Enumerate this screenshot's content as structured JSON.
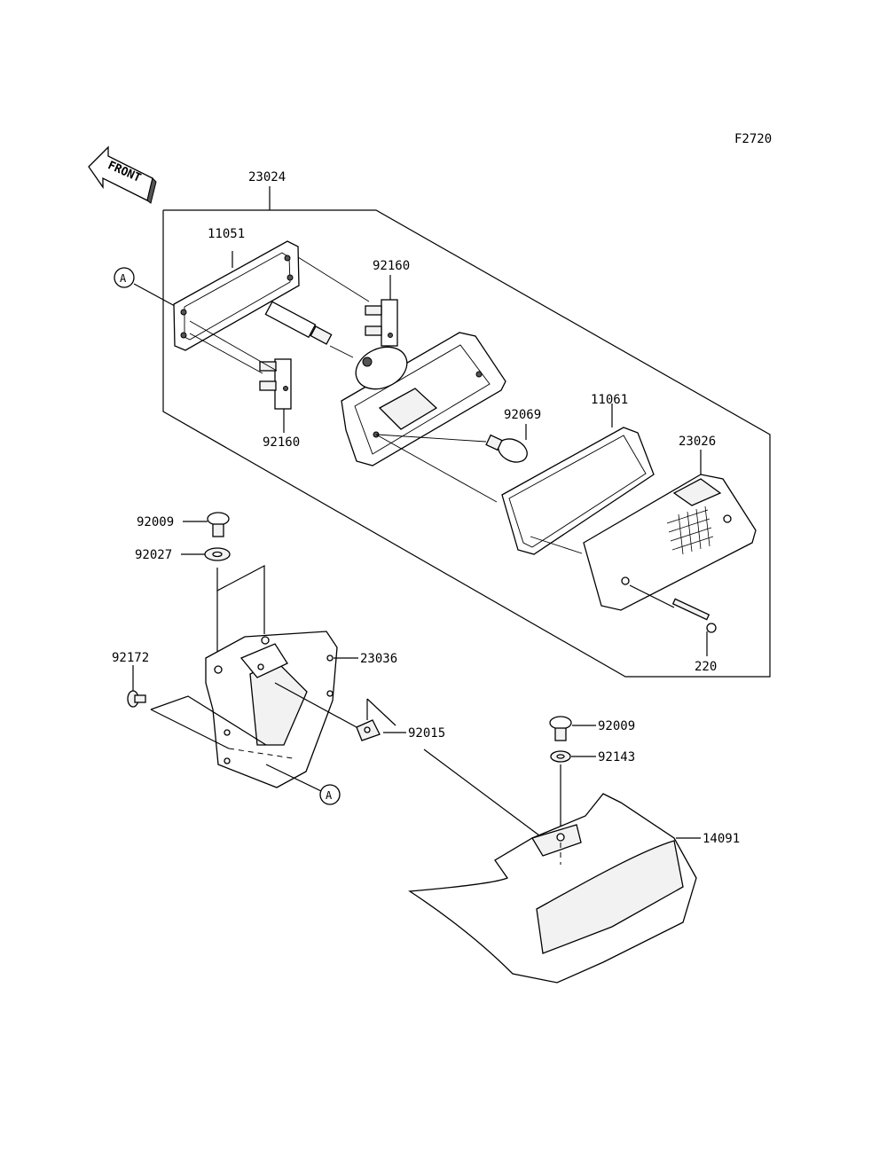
{
  "figure_code": "F2720",
  "front_label": "FRONT",
  "ref_marker": "A",
  "parts": {
    "assembly": "23024",
    "lens_case": "11051",
    "socket_upper": "92160",
    "socket_lower": "92160",
    "bulb": "92069",
    "gasket": "11061",
    "lens": "23026",
    "lens_screw": "220",
    "screw_upper": "92009",
    "washer_upper": "92027",
    "bracket": "23036",
    "bolt_left": "92172",
    "nut": "92015",
    "screw_lower": "92009",
    "washer_lower": "92143",
    "cover": "14091"
  }
}
